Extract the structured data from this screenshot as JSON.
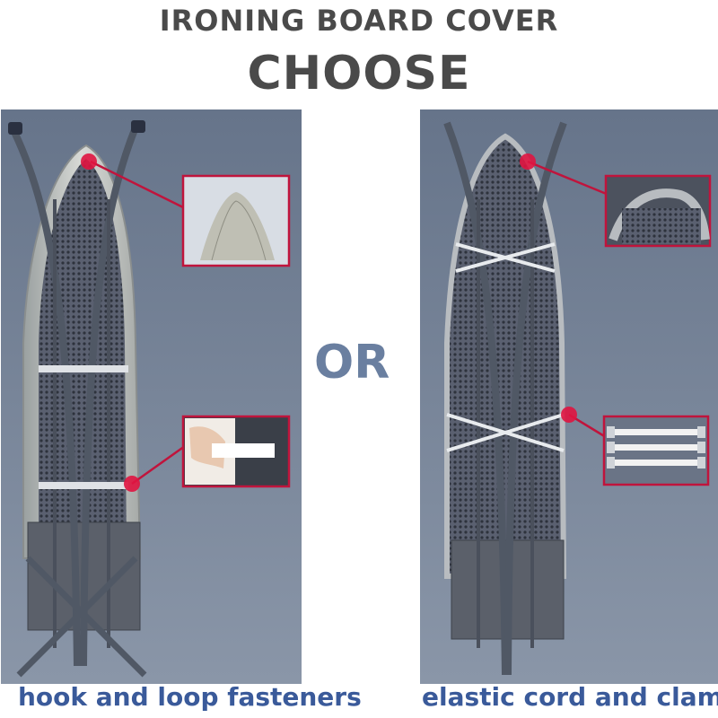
{
  "header": {
    "title": "IRONING BOARD COVER",
    "subtitle": "CHOOSE"
  },
  "divider_text": "OR",
  "options": [
    {
      "caption": "hook and loop fasteners"
    },
    {
      "caption": "elastic cord and clamp"
    }
  ],
  "colors": {
    "heading": "#4a4a4a",
    "or_text": "#6a7fa0",
    "caption": "#3a5a9a",
    "callout": "#c0143c",
    "panel_bg": "#6f7c8f"
  }
}
